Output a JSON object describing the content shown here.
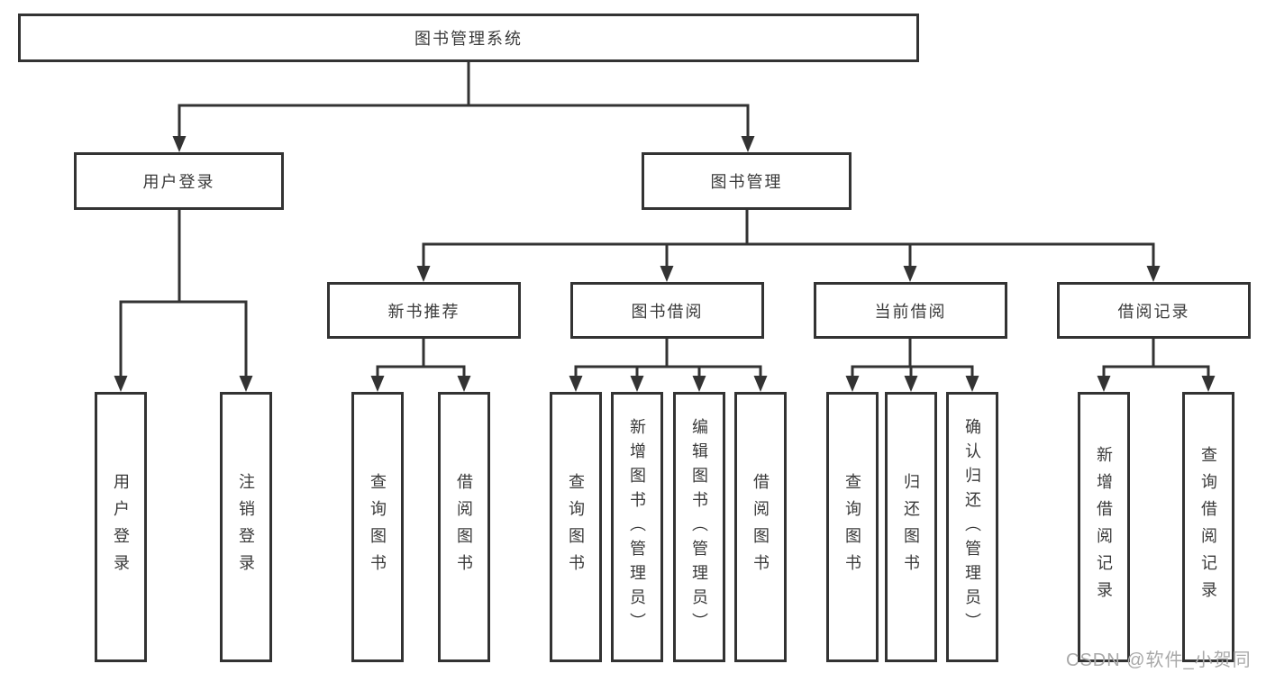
{
  "diagram": {
    "title_note": "library management system function structure diagram",
    "root": {
      "label": "图书管理系统"
    },
    "level2": [
      {
        "label": "用户登录"
      },
      {
        "label": "图书管理"
      }
    ],
    "level3": [
      {
        "label": "新书推荐"
      },
      {
        "label": "图书借阅"
      },
      {
        "label": "当前借阅"
      },
      {
        "label": "借阅记录"
      }
    ],
    "groups": [
      {
        "parent": "用户登录",
        "items": [
          "用户登录",
          "注销登录"
        ]
      },
      {
        "parent": "新书推荐",
        "items": [
          "查询图书",
          "借阅图书"
        ]
      },
      {
        "parent": "图书借阅",
        "items": [
          "查询图书",
          "新增图书（管理员）",
          "编辑图书（管理员）",
          "借阅图书"
        ]
      },
      {
        "parent": "当前借阅",
        "items": [
          "查询图书",
          "归还图书",
          "确认归还（管理员）"
        ]
      },
      {
        "parent": "借阅记录",
        "items": [
          "新增借阅记录",
          "查询借阅记录"
        ]
      }
    ],
    "watermark": "CSDN @软件_小贺同学",
    "colors": {
      "line": "#333333",
      "text": "#3a3a3a",
      "background": "#ffffff",
      "watermark": "#a9a9a9"
    }
  }
}
